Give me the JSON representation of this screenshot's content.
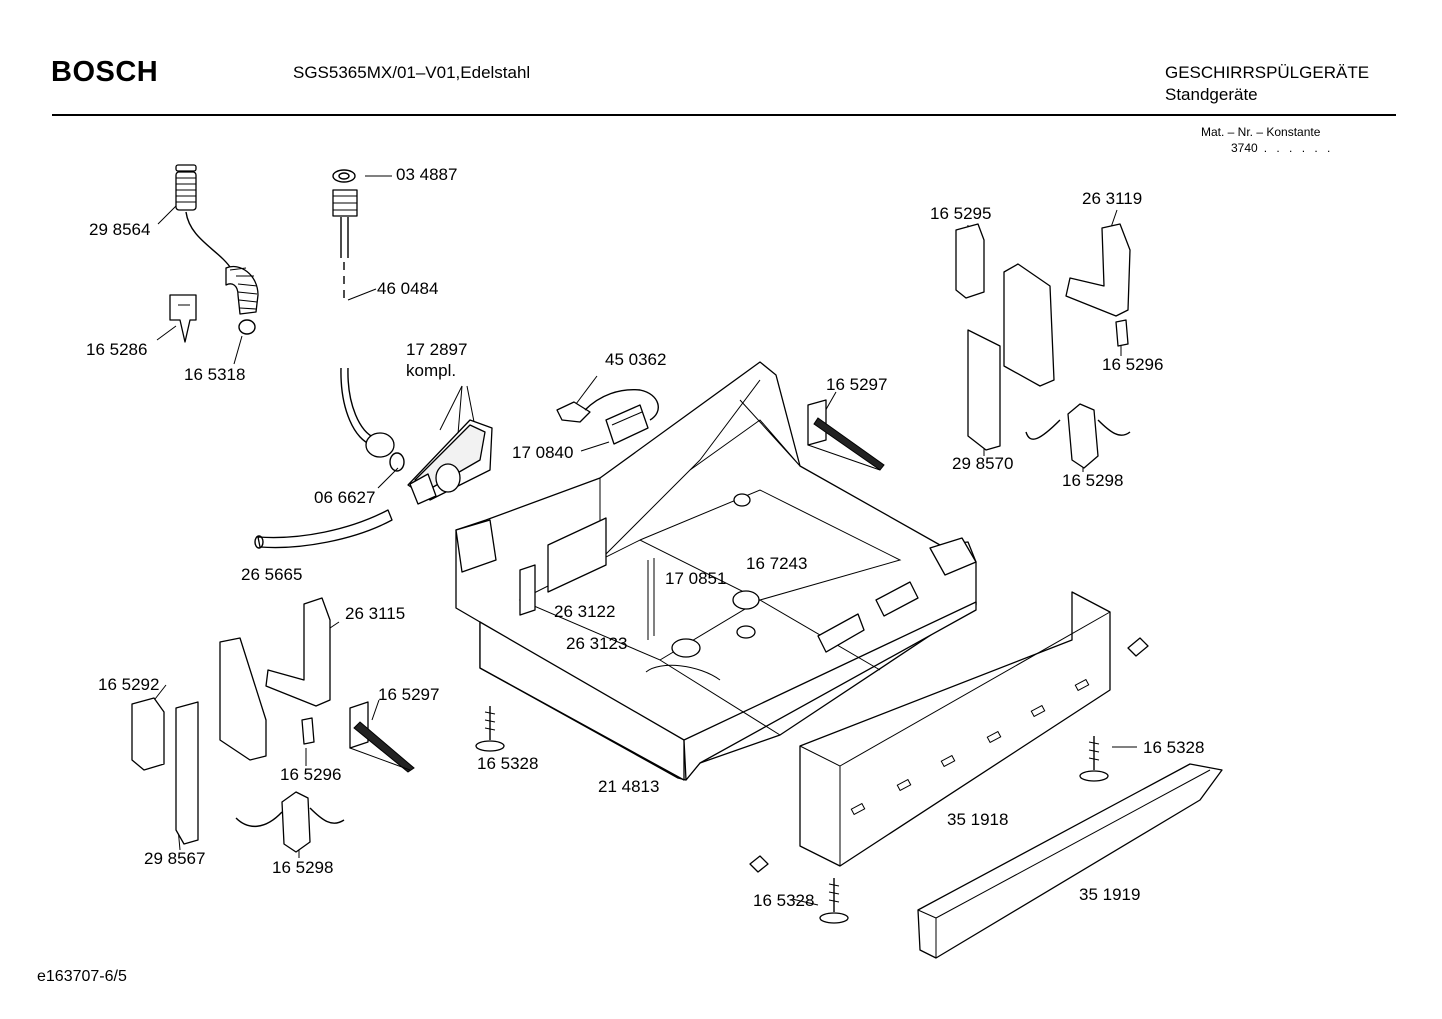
{
  "header": {
    "brand": "BOSCH",
    "model": "SGS5365MX/01–V01,Edelstahl",
    "category": "GESCHIRRSPÜLGERÄTE",
    "subcategory": "Standgeräte",
    "mat_label": "Mat. – Nr. – Konstante",
    "mat_value": "3740",
    "mat_dots": ". . . . . ."
  },
  "footer": {
    "doc_id": "e163707-6/5"
  },
  "parts": [
    {
      "id": "p1",
      "label": "03 4887"
    },
    {
      "id": "p2",
      "label": "29 8564"
    },
    {
      "id": "p3",
      "label": "46 0484"
    },
    {
      "id": "p4",
      "label": "16 5286"
    },
    {
      "id": "p5",
      "label": "16 5318"
    },
    {
      "id": "p6",
      "label": "17 2897"
    },
    {
      "id": "p7",
      "label": "kompl."
    },
    {
      "id": "p8",
      "label": "45 0362"
    },
    {
      "id": "p9",
      "label": "17 0840"
    },
    {
      "id": "p10",
      "label": "06 6627"
    },
    {
      "id": "p11",
      "label": "26 5665"
    },
    {
      "id": "p12",
      "label": "16 5297"
    },
    {
      "id": "p13",
      "label": "16 5295"
    },
    {
      "id": "p14",
      "label": "26 3119"
    },
    {
      "id": "p15",
      "label": "16 5296"
    },
    {
      "id": "p16",
      "label": "29 8570"
    },
    {
      "id": "p17",
      "label": "16 5298"
    },
    {
      "id": "p18",
      "label": "26 3115"
    },
    {
      "id": "p19",
      "label": "16 5292"
    },
    {
      "id": "p20",
      "label": "16 5297"
    },
    {
      "id": "p21",
      "label": "16 5296"
    },
    {
      "id": "p22",
      "label": "29 8567"
    },
    {
      "id": "p23",
      "label": "16 5298"
    },
    {
      "id": "p24",
      "label": "17 0851"
    },
    {
      "id": "p25",
      "label": "16 7243"
    },
    {
      "id": "p26",
      "label": "26 3122"
    },
    {
      "id": "p27",
      "label": "26 3123"
    },
    {
      "id": "p28",
      "label": "16 5328"
    },
    {
      "id": "p29",
      "label": "21 4813"
    },
    {
      "id": "p30",
      "label": "16 5328"
    },
    {
      "id": "p31",
      "label": "35 1918"
    },
    {
      "id": "p32",
      "label": "16 5328"
    },
    {
      "id": "p33",
      "label": "35 1919"
    }
  ]
}
